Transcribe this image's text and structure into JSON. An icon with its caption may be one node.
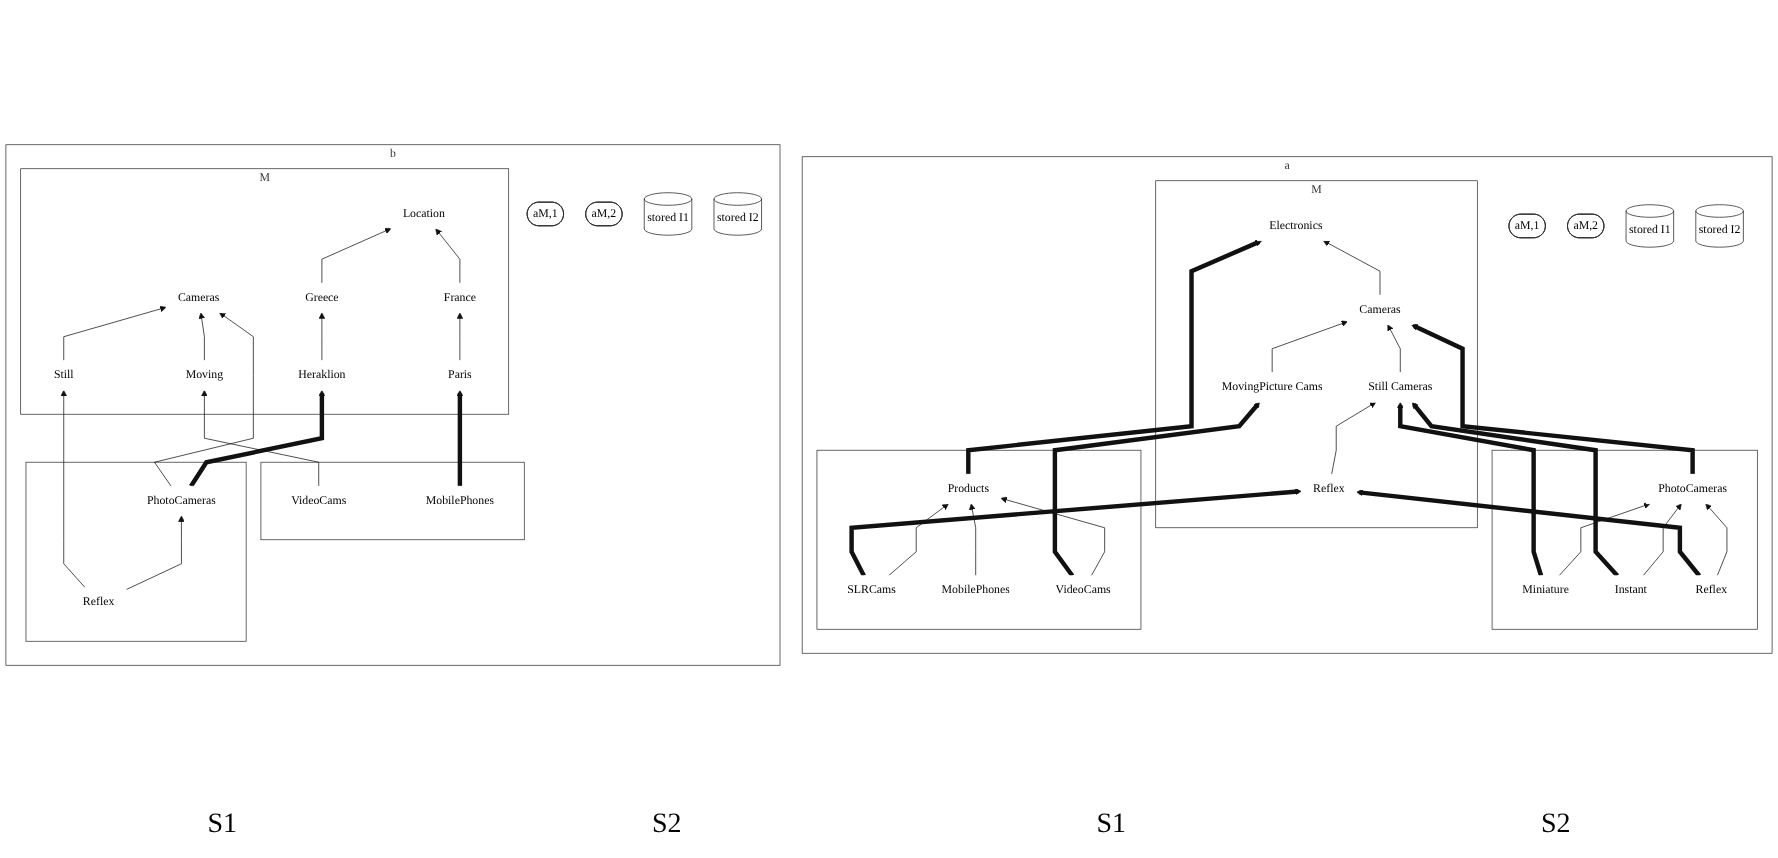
{
  "diagram": {
    "nodes": [
      {
        "text": [
          "a"
        ]
      },
      {
        "text": [
          "M"
        ],
        "in": 0
      },
      {
        "text": [
          "Electronics"
        ],
        "in": 1
      },
      {
        "text": [
          "Cameras"
        ],
        "in": 1
      },
      {
        "text": [
          "Still Cameras"
        ],
        "in": 1
      },
      {
        "text": [
          "MovingPicture Cams"
        ],
        "in": 1
      },
      {
        "text": [
          "Reflex"
        ],
        "in": 1
      },
      {
        "text": [
          "aM,1"
        ],
        "in": 0
      },
      {
        "text": [
          "aM,2"
        ],
        "in": 0
      },
      {
        "text": [],
        "shape": "box",
        "in": 0
      },
      {
        "text": [
          "PhotoCameras"
        ],
        "in": 9
      },
      {
        "text": [
          "Miniature"
        ],
        "in": 9
      },
      {
        "text": [
          "Instant"
        ],
        "in": 9
      },
      {
        "text": [
          "Reflex"
        ],
        "in": 9
      },
      {
        "text": [],
        "shape": "box",
        "in": 0
      },
      {
        "text": [
          "Products"
        ],
        "in": 14
      },
      {
        "text": [
          "SLRCams"
        ],
        "in": 14
      },
      {
        "text": [
          "VideoCams"
        ],
        "in": 14
      },
      {
        "text": [
          "MobilePhones"
        ],
        "in": 14
      },
      {
        "text": [
          "stored I1"
        ],
        "in": 0
      },
      {
        "text": [
          "stored I2"
        ],
        "in": 0
      },
      {
        "text": [
          "b"
        ]
      },
      {
        "text": [
          "M"
        ],
        "in": 21
      },
      {
        "text": [
          "Cameras"
        ],
        "in": 22
      },
      {
        "text": [
          "Location"
        ],
        "in": 22
      },
      {
        "text": [
          "Still"
        ],
        "in": 22
      },
      {
        "text": [
          "Moving"
        ],
        "in": 22
      },
      {
        "text": [
          "Greece"
        ],
        "in": 22
      },
      {
        "text": [
          "France"
        ],
        "in": 22
      },
      {
        "text": [
          "Heraklion"
        ],
        "in": 22
      },
      {
        "text": [
          "Paris"
        ],
        "in": 22
      },
      {
        "text": [
          "aM,1"
        ],
        "in": 21
      },
      {
        "text": [
          "aM,2"
        ],
        "in": 21
      },
      {
        "text": [],
        "shape": "box",
        "in": 21
      },
      {
        "text": [
          "PhotoCameras"
        ],
        "in": 33
      },
      {
        "text": [
          "Reflex"
        ],
        "in": 33
      },
      {
        "text": [],
        "shape": "box",
        "in": 21
      },
      {
        "text": [
          "VideoCams"
        ],
        "in": 36
      },
      {
        "text": [
          "MobilePhones"
        ],
        "in": 36
      },
      {
        "text": [
          "stored I1"
        ],
        "in": 21
      },
      {
        "text": [
          "stored I2"
        ],
        "in": 21
      }
    ],
    "labels": [
      "S1",
      "S2",
      "S1",
      "S2"
    ],
    "edges": [
      {
        "from": 3,
        "to": 2,
        "arrow": "to"
      },
      {
        "from": 4,
        "to": 3,
        "arrow": "to"
      },
      {
        "from": 5,
        "to": 3,
        "arrow": "to"
      },
      {
        "from": 6,
        "to": 4,
        "arrow": "to"
      },
      {
        "from": 11,
        "to": 10,
        "arrow": "to"
      },
      {
        "from": 12,
        "to": 10,
        "arrow": "to"
      },
      {
        "from": 13,
        "to": 10,
        "arrow": "to"
      },
      {
        "from": 16,
        "to": 15,
        "arrow": "to"
      },
      {
        "from": 18,
        "to": 15,
        "arrow": "to"
      },
      {
        "from": 17,
        "to": 15,
        "arrow": "to"
      },
      {
        "from": 11,
        "to": 4,
        "arrow": "to",
        "style": "thick"
      },
      {
        "from": 12,
        "to": 4,
        "arrow": "to",
        "style": "thick"
      },
      {
        "from": 10,
        "to": 3,
        "arrow": "to",
        "style": "thick"
      },
      {
        "from": 13,
        "to": 6,
        "arrow": "to",
        "style": "thick"
      },
      {
        "from": 16,
        "to": 6,
        "arrow": "to",
        "style": "thick"
      },
      {
        "from": 15,
        "to": 2,
        "arrow": "to",
        "style": "thick"
      },
      {
        "from": 17,
        "to": 5,
        "arrow": "to",
        "style": "thick"
      },
      {
        "from": 25,
        "to": 23,
        "arrow": "to"
      },
      {
        "from": 26,
        "to": 23,
        "arrow": "to"
      },
      {
        "from": 27,
        "to": 24,
        "arrow": "to"
      },
      {
        "from": 28,
        "to": 24,
        "arrow": "to"
      },
      {
        "from": 29,
        "to": 27,
        "arrow": "to"
      },
      {
        "from": 30,
        "to": 28,
        "arrow": "to"
      },
      {
        "from": 35,
        "to": 34,
        "arrow": "to"
      },
      {
        "from": 35,
        "to": 25,
        "arrow": "to"
      },
      {
        "from": 34,
        "to": 23,
        "arrow": "to"
      },
      {
        "from": 37,
        "to": 26,
        "arrow": "to"
      },
      {
        "from": 34,
        "to": 29,
        "arrow": "to",
        "style": "thick"
      },
      {
        "from": 38,
        "to": 30,
        "arrow": "to",
        "style": "thick"
      }
    ]
  }
}
